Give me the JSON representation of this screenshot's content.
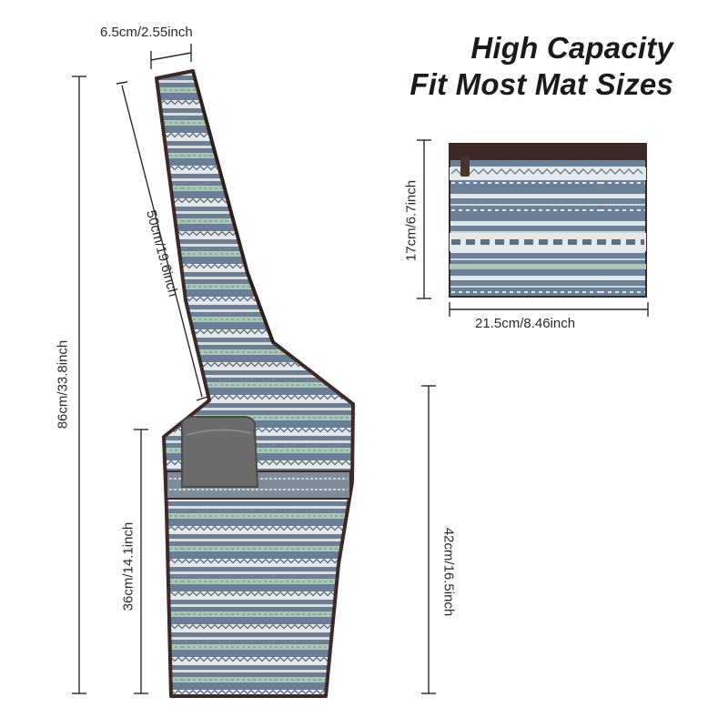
{
  "headline": {
    "line1": "High Capacity",
    "line2": "Fit Most Mat Sizes"
  },
  "dimensions": {
    "strap_width": "6.5cm/2.55inch",
    "strap_length": "50cm/19.6inch",
    "total_height": "86cm/33.8inch",
    "pocket_height": "36cm/14.1inch",
    "bag_height": "42cm/16.5inch",
    "pouch_height": "17cm/6.7inch",
    "pouch_width": "21.5cm/8.46inch"
  },
  "colors": {
    "fabric_blue": "#6a7f95",
    "trim_brown": "#3d2a26",
    "pattern_white": "#e9ecef",
    "pattern_green": "#9fc0b0",
    "mat_gray": "#6b6b6b"
  }
}
